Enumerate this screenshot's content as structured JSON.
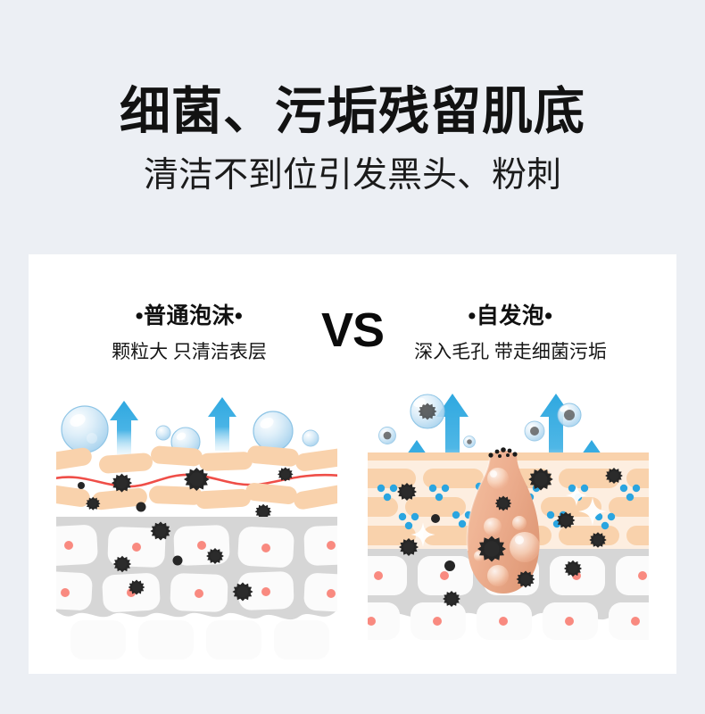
{
  "page": {
    "background_color": "#eceff4",
    "card_background": "#ffffff"
  },
  "header": {
    "title": "细菌、污垢残留肌底",
    "subtitle": "清洁不到位引发黑头、粉刺"
  },
  "comparison": {
    "vs_label": "VS",
    "left": {
      "title": "•普通泡沫•",
      "subtitle": "颗粒大 只清洁表层"
    },
    "right": {
      "title": "•自发泡•",
      "subtitle": "深入毛孔 带走细菌污垢"
    }
  },
  "colors": {
    "skin_peach": "#f9d1ac",
    "skin_peach_light": "#fdeee0",
    "dermis_gray": "#d6d6d6",
    "cell_white": "#fbfbfb",
    "nucleus_pink": "#f98a80",
    "bacteria_black": "#222222",
    "bubble_blue": "#2aa5e0",
    "arrow_blue": "#2fa8e0",
    "red_line": "#ef4e48",
    "pore_peach": "#eeaa85"
  },
  "diagram": {
    "left_panel_name": "ordinary-foam-skin-cross-section",
    "right_panel_name": "self-foaming-skin-cross-section",
    "left_elements": [
      "large-surface-bubbles",
      "upward-arrows",
      "stratum-corneum-cells",
      "red-boundary-line",
      "trapped-bacteria",
      "dermis-cells"
    ],
    "right_elements": [
      "bubbles-carrying-bacteria",
      "upward-arrows",
      "layered-epidermis",
      "micro-bubble-clusters",
      "clogged-pore",
      "sebum-droplets",
      "blackheads",
      "dermis-cells"
    ]
  }
}
